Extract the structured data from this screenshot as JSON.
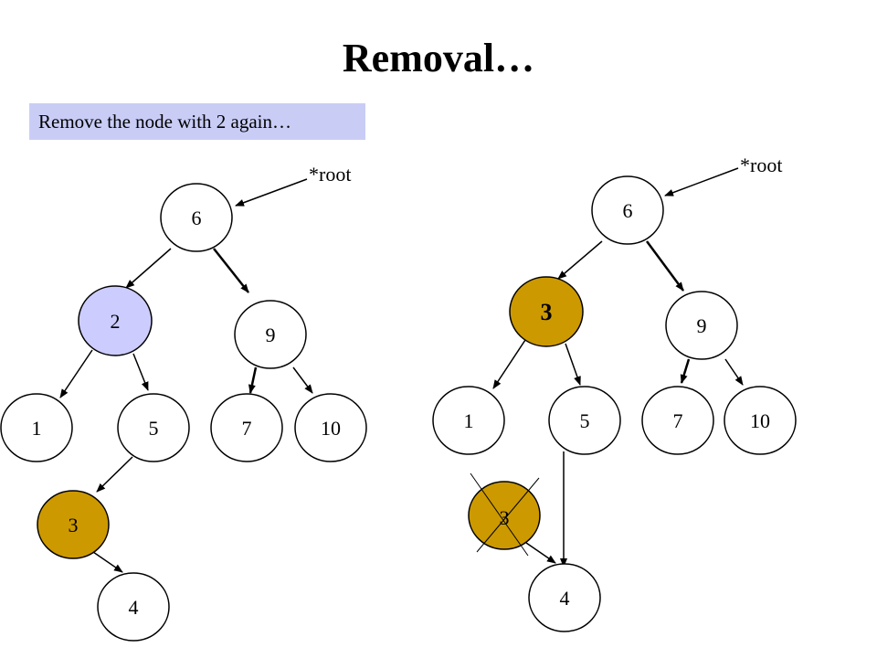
{
  "title": "Removal…",
  "subtitle": "Remove the node with 2 again…",
  "colors": {
    "highlight_blue": "#ccccff",
    "highlight_gold": "#cc9900",
    "node": "#ffffff",
    "stroke": "#000000"
  },
  "left_tree": {
    "root_label": "*root",
    "nodes": [
      "6",
      "2",
      "9",
      "1",
      "5",
      "7",
      "10",
      "3",
      "4"
    ]
  },
  "right_tree": {
    "root_label": "*root",
    "nodes": [
      "6",
      "3",
      "9",
      "1",
      "5",
      "7",
      "10",
      "3",
      "4"
    ]
  }
}
